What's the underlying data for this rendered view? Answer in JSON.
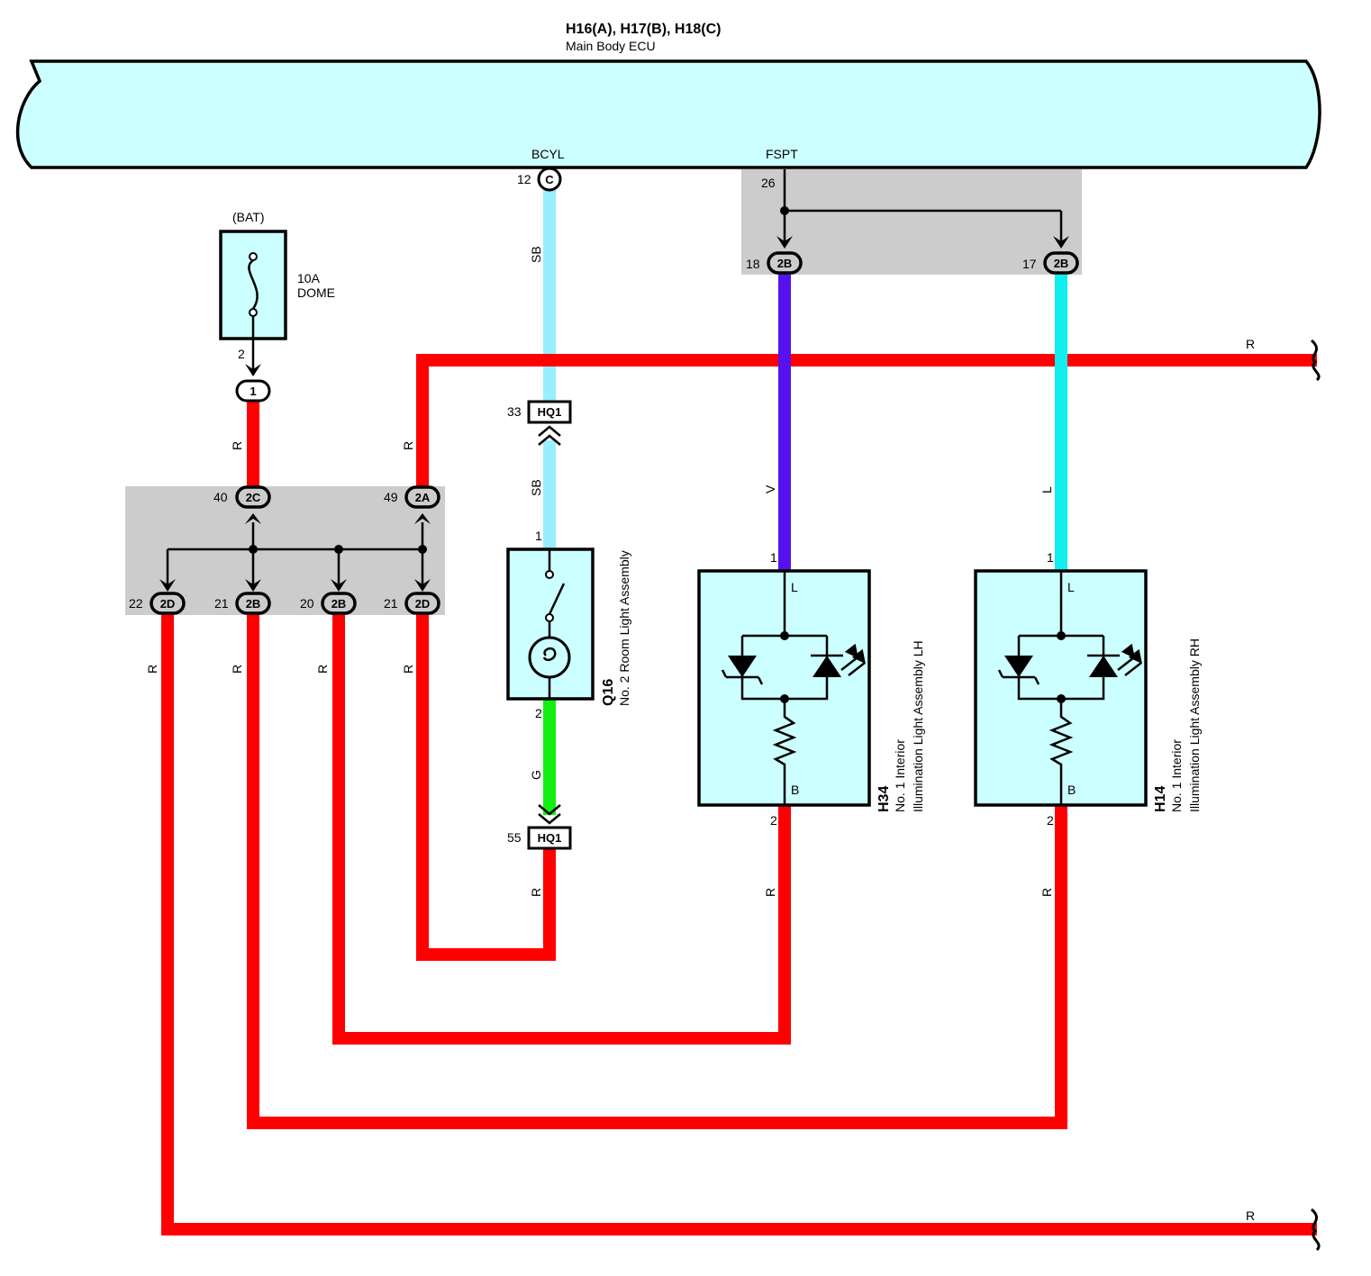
{
  "ecu": {
    "connectors": "H16(A), H17(B), H18(C)",
    "name": "Main Body ECU",
    "terminal_bcyl": "BCYL",
    "terminal_fspt": "FSPT"
  },
  "fuse": {
    "source": "(BAT)",
    "rating": "10A",
    "name": "DOME",
    "pin": "2",
    "connector": "1"
  },
  "junction_left": {
    "in_2c": {
      "pin": "40",
      "label": "2C"
    },
    "in_2a": {
      "pin": "49",
      "label": "2A"
    },
    "out1": {
      "pin": "22",
      "label": "2D"
    },
    "out2": {
      "pin": "21",
      "label": "2B"
    },
    "out3": {
      "pin": "20",
      "label": "2B"
    },
    "out4": {
      "pin": "21",
      "label": "2D"
    }
  },
  "junction_right": {
    "in_pin": "26",
    "out1": {
      "pin": "18",
      "label": "2B"
    },
    "out2": {
      "pin": "17",
      "label": "2B"
    }
  },
  "ecu_pin_c": {
    "pin": "12",
    "label": "C"
  },
  "hq1_top": {
    "pin": "33",
    "label": "HQ1"
  },
  "hq1_bottom": {
    "pin": "55",
    "label": "HQ1"
  },
  "q16": {
    "code": "Q16",
    "name": "No. 2 Room Light Assembly",
    "pin_top": "1",
    "pin_bottom": "2"
  },
  "h34": {
    "code": "H34",
    "name_line1": "No. 1 Interior",
    "name_line2": "Illumination Light Assembly LH",
    "pin_top": "1",
    "pin_bottom": "2",
    "term_top": "L",
    "term_bottom": "B"
  },
  "h14": {
    "code": "H14",
    "name_line1": "No. 1 Interior",
    "name_line2": "Illumination Light Assembly RH",
    "pin_top": "1",
    "pin_bottom": "2",
    "term_top": "L",
    "term_bottom": "B"
  },
  "wires": {
    "red": "R",
    "sky_blue": "SB",
    "violet": "V",
    "blue": "L",
    "green": "G"
  },
  "colors": {
    "red": "#ff0000",
    "sky_blue": "#99eeff",
    "violet": "#5511ee",
    "cyan": "#11eeee",
    "green": "#11ee11",
    "component_fill": "#ccffff",
    "splice_fill": "#cccccc"
  }
}
